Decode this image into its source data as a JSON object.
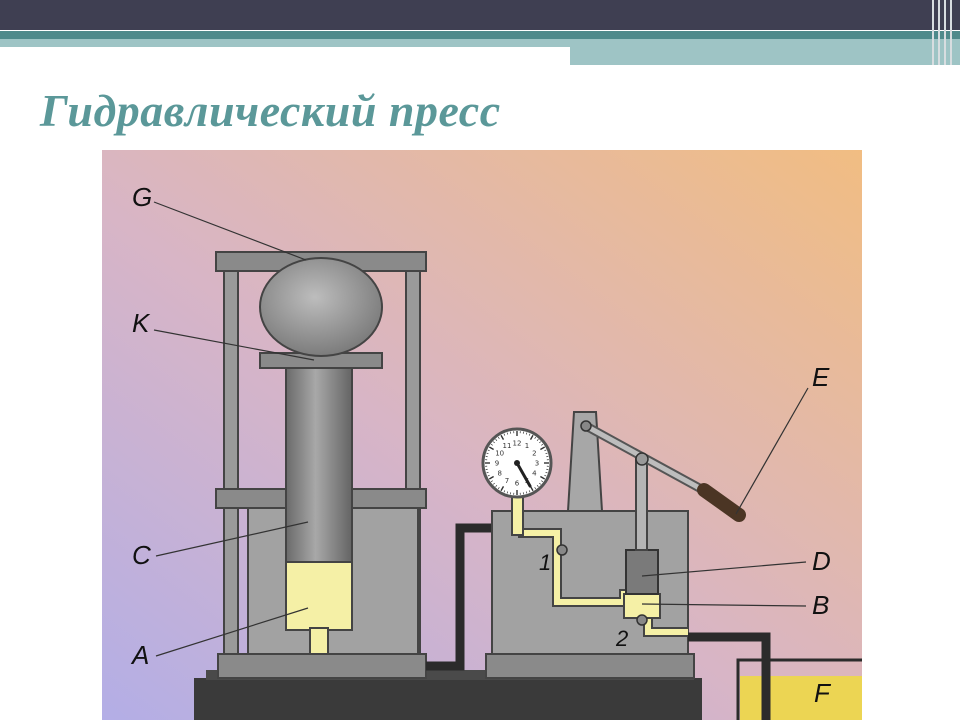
{
  "slide": {
    "title": "Гидравлический пресс"
  },
  "diagram": {
    "labels": {
      "G": "G",
      "K": "K",
      "C": "C",
      "A": "A",
      "E": "E",
      "D": "D",
      "B": "B",
      "F": "F"
    },
    "valves": {
      "v1": "1",
      "v2": "2"
    },
    "gauge_numbers": [
      "1",
      "2",
      "3",
      "4",
      "5",
      "6",
      "7",
      "8",
      "9",
      "10",
      "11",
      "12"
    ]
  },
  "colors": {
    "liquid": "#f5f0a6",
    "metal": "#a9a9a9",
    "metal_dark": "#555555",
    "base": "#3a3a3a",
    "title": "#5b9899",
    "reservoir_liquid": "#ecd553"
  }
}
